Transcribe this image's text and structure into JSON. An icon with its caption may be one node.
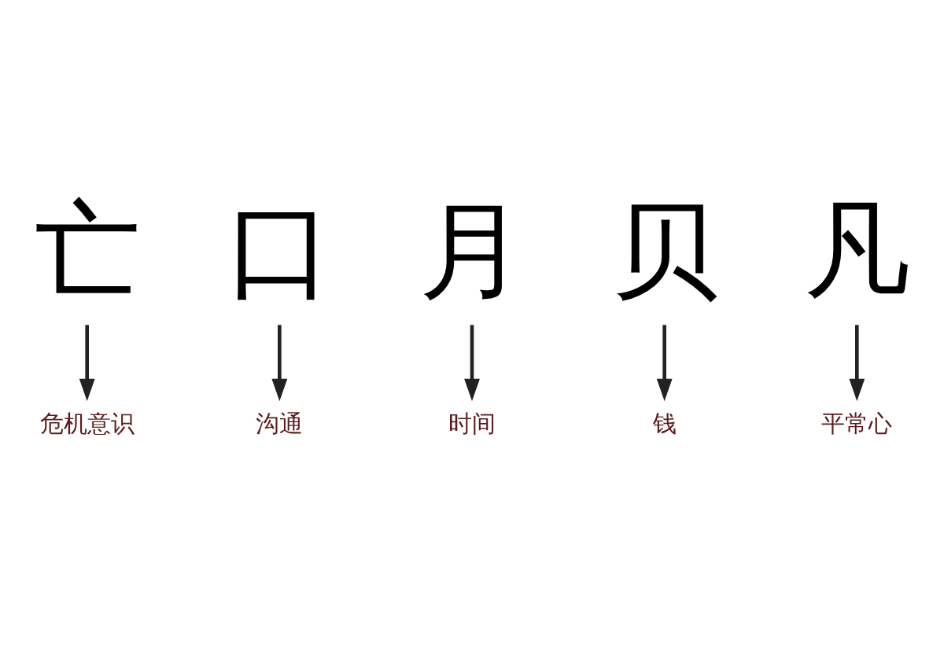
{
  "diagram": {
    "nodes": [
      {
        "text": [
          "亡"
        ]
      },
      {
        "text": [
          "危机意识"
        ]
      },
      {
        "text": [
          "沟通"
        ]
      },
      {
        "text": [
          "口"
        ]
      },
      {
        "text": [
          "月"
        ]
      },
      {
        "text": [
          "贝"
        ]
      },
      {
        "text": [
          "凡"
        ]
      },
      {
        "text": [
          "时间"
        ]
      },
      {
        "text": [
          "钱"
        ]
      },
      {
        "text": [
          "平常心"
        ]
      }
    ],
    "edges": [
      {
        "from": 0,
        "to": 1,
        "arrow": "to"
      },
      {
        "from": 3,
        "to": 2,
        "arrow": "to"
      },
      {
        "from": 4,
        "to": 7,
        "arrow": "to"
      },
      {
        "from": 5,
        "to": 8,
        "arrow": "to"
      },
      {
        "from": 6,
        "to": 9,
        "arrow": "to"
      }
    ]
  }
}
